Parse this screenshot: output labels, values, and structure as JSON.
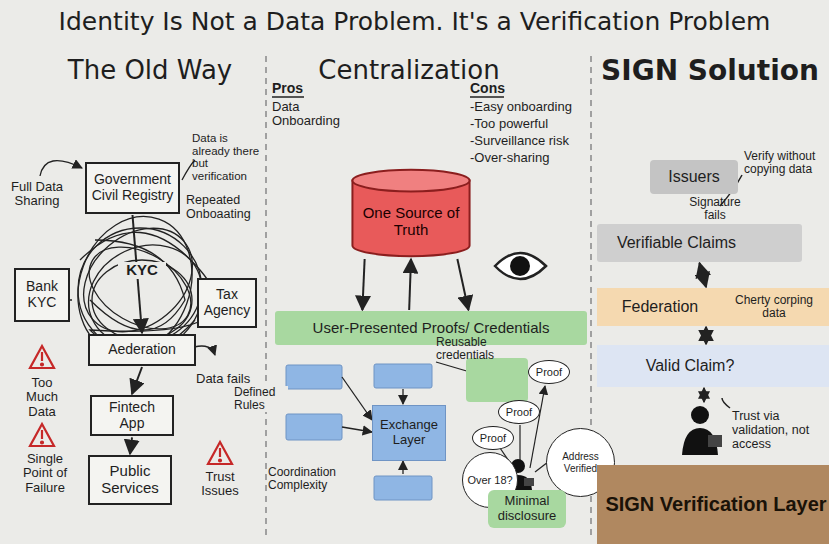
{
  "diagram": {
    "title": "Identity Is Not a Data Problem. It's a Verification Problem",
    "nodes": [
      {
        "text": [
          "Government Civil Registry"
        ]
      },
      {
        "text": [
          "Bank KYC"
        ]
      },
      {
        "text": [
          "Tax Agency"
        ]
      },
      {
        "text": [
          "Aederation"
        ]
      },
      {
        "text": [
          "Fintech App"
        ]
      },
      {
        "text": [
          "Public Services"
        ]
      },
      {
        "text": [
          "One Source of Truth"
        ]
      },
      {
        "text": [
          "User-Presented Proofs/ Credentials"
        ]
      },
      {
        "text": [
          "Exchange Layer"
        ]
      },
      {
        "text": [
          "Proof"
        ]
      },
      {
        "text": [
          "Proof"
        ]
      },
      {
        "text": [
          "Proof"
        ]
      },
      {
        "text": [
          "Over 18?"
        ]
      },
      {
        "text": [
          "Address Verified"
        ]
      },
      {
        "text": [
          "Minimal disclosure"
        ]
      },
      {
        "text": [
          "Issuers"
        ]
      },
      {
        "text": [
          "Verifiable Claims"
        ]
      },
      {
        "text": [
          "Federation"
        ]
      },
      {
        "text": [
          "Valid Claim?"
        ]
      },
      {
        "text": [
          "SIGN Verification Layer"
        ]
      }
    ],
    "edges": [
      {
        "from": 0,
        "to": 3,
        "arrow": "to"
      },
      {
        "from": 3,
        "to": 4,
        "arrow": "to"
      },
      {
        "from": 4,
        "to": 5,
        "arrow": "to"
      },
      {
        "from": 6,
        "to": 7,
        "arrow": "to"
      },
      {
        "from": 7,
        "to": 6,
        "arrow": "to"
      },
      {
        "from": 6,
        "to": 7,
        "arrow": "to"
      },
      {
        "from": 16,
        "to": 17,
        "arrow": "both"
      },
      {
        "from": 17,
        "to": 18,
        "arrow": "both"
      }
    ],
    "labels": [
      "The Old Way",
      "Full Data Sharing",
      "Data is already there but verification",
      "Repeated Onboaating",
      "KYC",
      "Too Much Data",
      "Data fails",
      "Single Point of Failure",
      "Trust Issues",
      "Centralization",
      "Pros",
      "Data Onboarding",
      "Cons",
      "-Easy onboarding",
      "-Too powerful",
      "-Surveillance risk",
      "-Over-sharing",
      "Defined Rules",
      "Coordination Complexity",
      "Reusable credentials",
      "SIGN Solution",
      "Verify without copying data",
      "Signature fails",
      "Cherty corping data",
      "Trust via validation, not access"
    ]
  }
}
